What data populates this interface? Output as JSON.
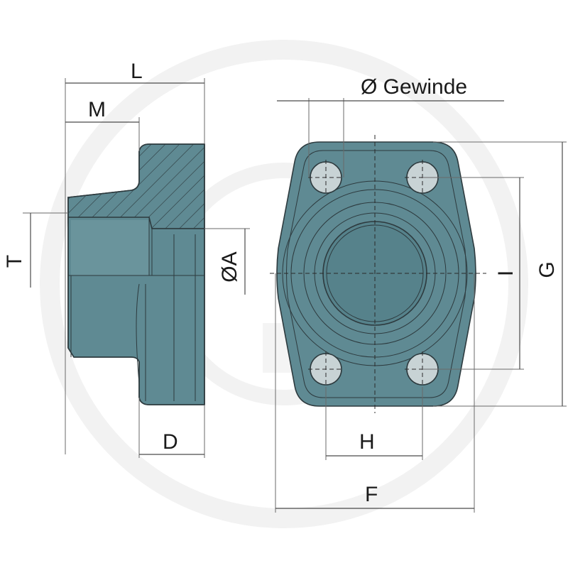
{
  "diagram": {
    "colors": {
      "body": "#5f8a93",
      "body_dark": "#4f7780",
      "hole": "#c8d3d5",
      "hatch": "#2d3a3e",
      "watermark": "#f1f1f1"
    },
    "labels": {
      "L": "L",
      "M": "M",
      "T": "T",
      "OA": "ØA",
      "D": "D",
      "gewinde": "Ø Gewinde",
      "I": "I",
      "G": "G",
      "H": "H",
      "F": "F"
    }
  }
}
